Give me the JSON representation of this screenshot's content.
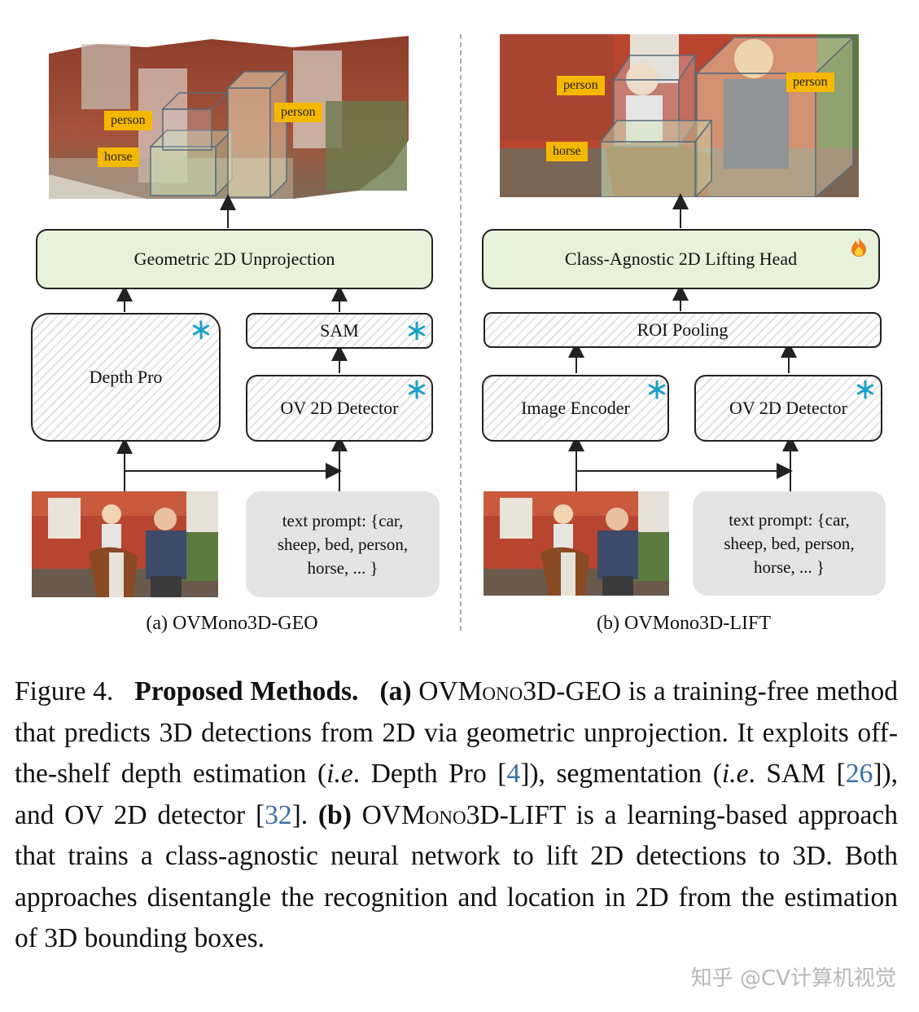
{
  "left": {
    "labels": {
      "person1": "person",
      "person2": "person",
      "horse": "horse"
    },
    "unprojection": "Geometric 2D Unprojection",
    "depth": "Depth Pro",
    "sam": "SAM",
    "detector": "OV 2D Detector",
    "prompt": [
      "text prompt: {car,",
      "sheep, bed, person,",
      "horse, ... }"
    ],
    "subcaption": "(a) OVMono3D-GEO"
  },
  "right": {
    "labels": {
      "person1": "person",
      "person2": "person",
      "horse": "horse"
    },
    "lifting": "Class-Agnostic 2D Lifting Head",
    "roi": "ROI Pooling",
    "encoder": "Image Encoder",
    "detector": "OV 2D Detector",
    "prompt": [
      "text prompt: {car,",
      "sheep, bed, person,",
      "horse, ... }"
    ],
    "subcaption": "(b) OVMono3D-LIFT"
  },
  "caption": {
    "fig": "Figure 4.",
    "bold_title": "Proposed Methods.",
    "a_tag": "(a)",
    "geo_name_1": "OVM",
    "geo_name_sc": "ono",
    "geo_name_2": "3D-GEO",
    "text1": " is a training-free method that predicts 3D detections from 2D via geometric unprojection. It exploits off-the-shelf depth estimation (",
    "ie1": "i.e",
    "text2": ". Depth Pro [",
    "ref1": "4",
    "text3": "]), segmentation (",
    "ie2": "i.e",
    "text4": ". SAM [",
    "ref2": "26",
    "text5": "]), and OV 2D detector [",
    "ref3": "32",
    "text6": "]. ",
    "b_tag": "(b)",
    "lift_name_1": " OVM",
    "lift_name_sc": "ono",
    "lift_name_2": "3D-LIFT",
    "text7": " is a learning-based approach that trains a class-agnostic neural network to lift 2D detections to 3D. Both approaches disentangle the recognition and location in 2D from the estimation of 3D bounding boxes."
  },
  "watermark": "知乎 @CV计算机视觉",
  "colors": {
    "label_bg": "#f5b800",
    "module_green": "#e6f2da",
    "snow_icon": "#1a9fc9",
    "cite": "#3a6ea8"
  },
  "icons": {
    "frozen": "snowflake-icon",
    "trainable": "fire-icon"
  }
}
